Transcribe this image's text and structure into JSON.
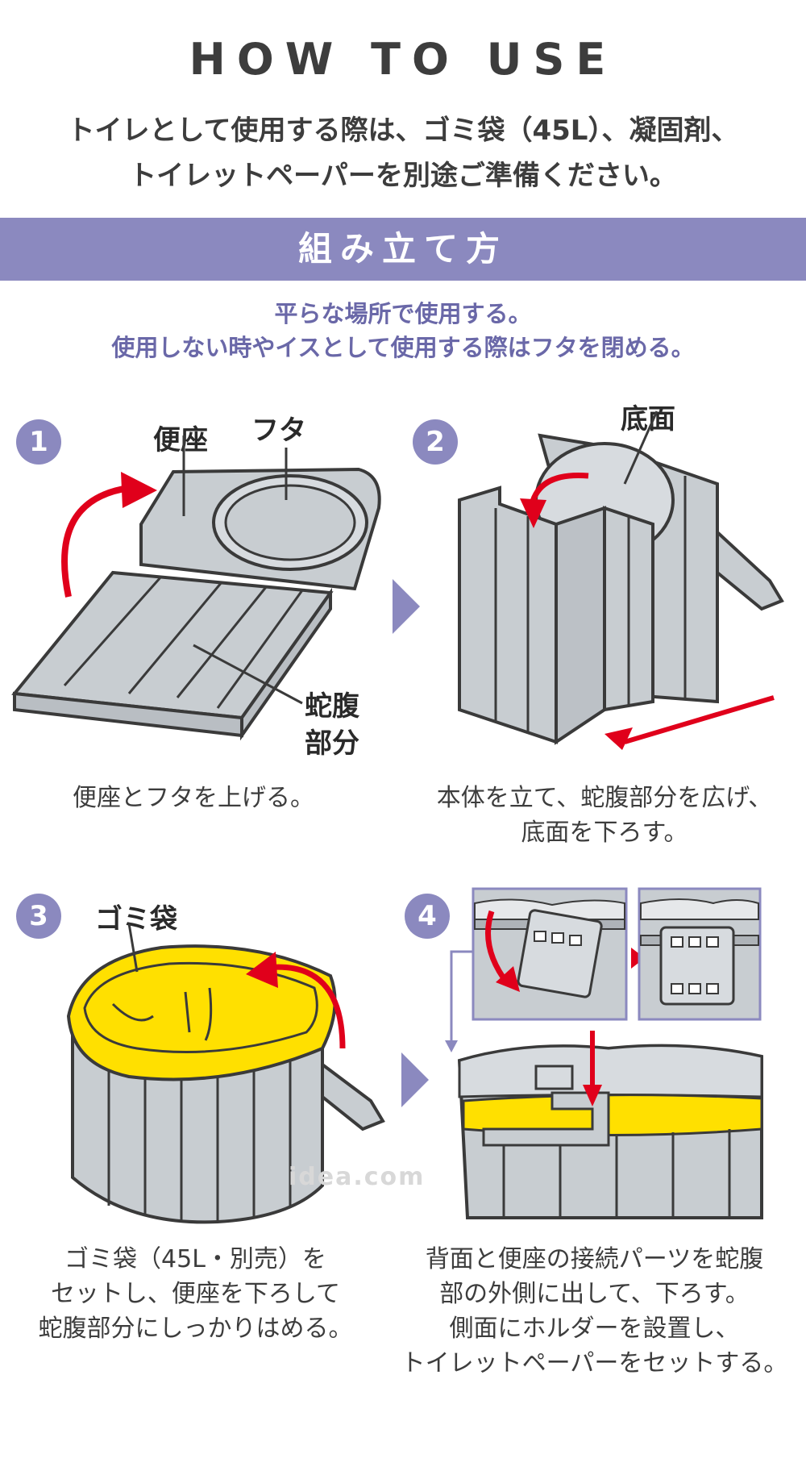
{
  "header": {
    "title": "HOW TO USE",
    "intro_line1": "トイレとして使用する際は、ゴミ袋（45L）、凝固剤、",
    "intro_line2": "トイレットペーパーを別途ご準備ください。"
  },
  "section": {
    "heading": "組み立て方",
    "note_line1": "平らな場所で使用する。",
    "note_line2": "使用しない時やイスとして使用する際はフタを閉める。"
  },
  "steps": [
    {
      "number": "1",
      "labels": {
        "seat": "便座",
        "lid": "フタ",
        "bellows_line1": "蛇腹",
        "bellows_line2": "部分"
      },
      "caption_lines": [
        "便座とフタを上げる。"
      ]
    },
    {
      "number": "2",
      "labels": {
        "bottom": "底面"
      },
      "caption_lines": [
        "本体を立て、蛇腹部分を広げ、",
        "底面を下ろす。"
      ]
    },
    {
      "number": "3",
      "labels": {
        "bag": "ゴミ袋"
      },
      "caption_lines": [
        "ゴミ袋（45L・別売）を",
        "セットし、便座を下ろして",
        "蛇腹部分にしっかりはめる。"
      ]
    },
    {
      "number": "4",
      "labels": {},
      "caption_lines": [
        "背面と便座の接続パーツを蛇腹",
        "部の外側に出して、下ろす。",
        "側面にホルダーを設置し、",
        "トイレットペーパーをセットする。"
      ]
    }
  ],
  "watermark": "idea.com",
  "colors": {
    "accent": "#8b89bf",
    "note_text": "#6a68a8",
    "body_gray": "#c8cdd1",
    "outline": "#3a3a3a",
    "arrow_red": "#e0001b",
    "bag_yellow": "#ffe000"
  }
}
